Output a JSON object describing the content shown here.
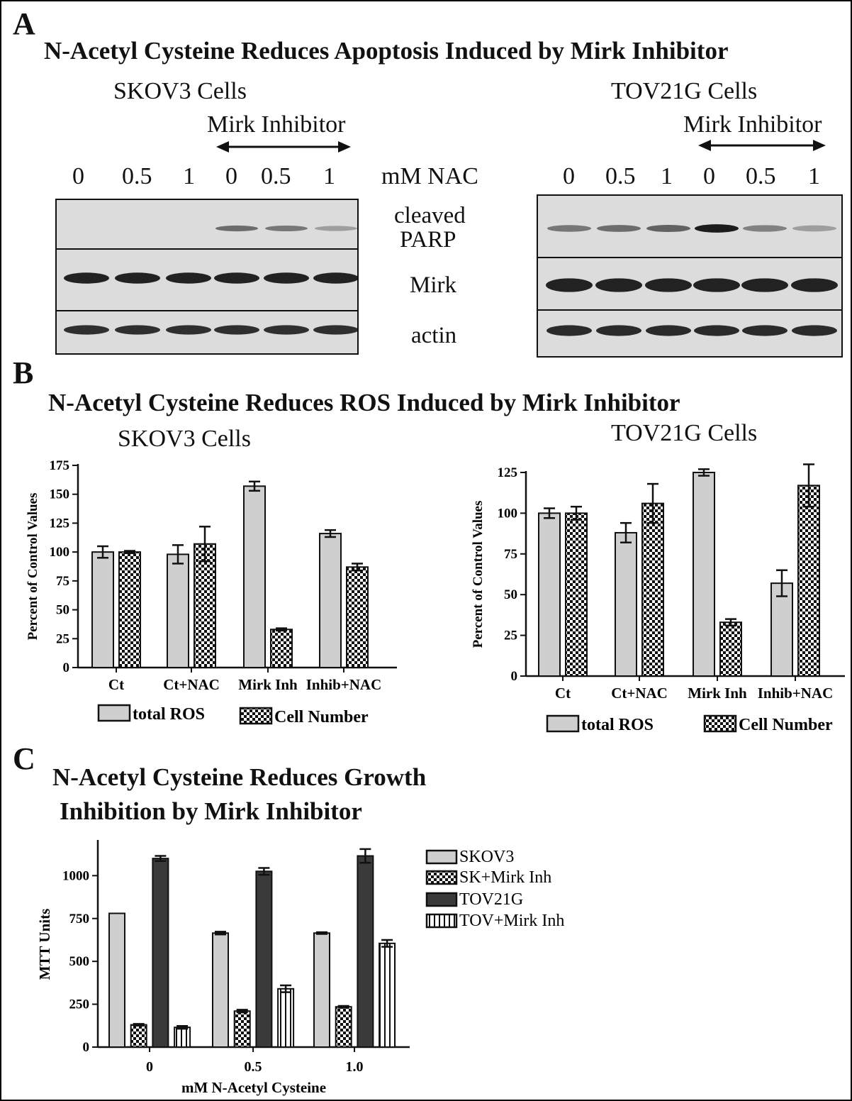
{
  "panel_a": {
    "label": "A",
    "title": "N-Acetyl Cysteine Reduces Apoptosis Induced by Mirk Inhibitor",
    "skov3_title": "SKOV3 Cells",
    "tov_title": "TOV21G Cells",
    "inhibitor_label": "Mirk Inhibitor",
    "lanes": [
      "0",
      "0.5",
      "1",
      "0",
      "0.5",
      "1"
    ],
    "nac_label": "mM NAC",
    "rows": [
      "cleaved",
      "PARP",
      "Mirk",
      "actin"
    ],
    "band_intensity": {
      "skov3_parp": [
        0,
        0,
        0,
        0.55,
        0.5,
        0.3
      ],
      "tov_parp": [
        0.5,
        0.55,
        0.6,
        0.95,
        0.45,
        0.3
      ]
    }
  },
  "panel_b": {
    "label": "B",
    "title": "N-Acetyl Cysteine Reduces ROS Induced by Mirk Inhibitor",
    "skov3_title": "SKOV3 Cells",
    "tov_title": "TOV21G Cells"
  },
  "panel_c": {
    "label": "C",
    "title_line1": "N-Acetyl Cysteine Reduces Growth",
    "title_line2": "Inhibition by Mirk Inhibitor"
  },
  "chart_data": [
    {
      "type": "bar",
      "id": "skov3_ros",
      "ylabel": "Percent of Control Values",
      "ylim": [
        0,
        175
      ],
      "yticks": [
        0,
        25,
        50,
        75,
        100,
        125,
        150,
        175
      ],
      "categories": [
        "Ct",
        "Ct+NAC",
        "Mirk Inh",
        "Inhib+NAC"
      ],
      "series": [
        {
          "name": "total ROS",
          "values": [
            100,
            98,
            157,
            116
          ],
          "errors": [
            5,
            8,
            4,
            3
          ],
          "pattern": "gray"
        },
        {
          "name": "Cell Number",
          "values": [
            100,
            107,
            33,
            87
          ],
          "errors": [
            1,
            15,
            1,
            3
          ],
          "pattern": "checker"
        }
      ]
    },
    {
      "type": "bar",
      "id": "tov_ros",
      "ylabel": "Percent of Control Values",
      "ylim": [
        0,
        125
      ],
      "yticks": [
        0,
        25,
        50,
        75,
        100,
        125
      ],
      "categories": [
        "Ct",
        "Ct+NAC",
        "Mirk Inh",
        "Inhib+NAC"
      ],
      "series": [
        {
          "name": "total ROS",
          "values": [
            100,
            88,
            125,
            57
          ],
          "errors": [
            3,
            6,
            2,
            8
          ],
          "pattern": "gray"
        },
        {
          "name": "Cell Number",
          "values": [
            100,
            106,
            33,
            117
          ],
          "errors": [
            4,
            12,
            2,
            13
          ],
          "pattern": "checker"
        }
      ]
    },
    {
      "type": "bar",
      "id": "mtt",
      "ylabel": "MTT Units",
      "xlabel": "mM N-Acetyl Cysteine",
      "ylim": [
        0,
        1200
      ],
      "yticks": [
        0,
        250,
        500,
        750,
        1000
      ],
      "categories": [
        "0",
        "0.5",
        "1.0"
      ],
      "series": [
        {
          "name": "SKOV3",
          "values": [
            780,
            665,
            665
          ],
          "errors": [
            0,
            8,
            5
          ],
          "pattern": "gray"
        },
        {
          "name": "SK+Mirk Inh",
          "values": [
            130,
            210,
            235
          ],
          "errors": [
            5,
            8,
            5
          ],
          "pattern": "checker"
        },
        {
          "name": "TOV21G",
          "values": [
            1100,
            1025,
            1115
          ],
          "errors": [
            15,
            20,
            40
          ],
          "pattern": "dark"
        },
        {
          "name": "TOV+Mirk Inh",
          "values": [
            115,
            340,
            605
          ],
          "errors": [
            8,
            20,
            20
          ],
          "pattern": "stripes"
        }
      ]
    }
  ]
}
